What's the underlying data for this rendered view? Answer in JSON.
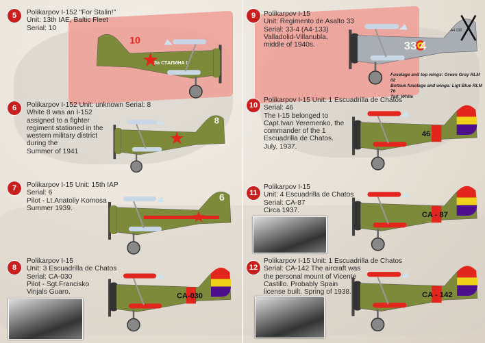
{
  "colors": {
    "badge": "#c8201e",
    "olive": "#7d8a3a",
    "grey": "#a9adb4",
    "lightblue": "#c9d6e6",
    "red": "#e2261d",
    "yellow": "#f1d21b",
    "purple": "#4d0f8d"
  },
  "entries": [
    {
      "number": "5",
      "lines": [
        "Polikarpov I-152 \"For Stalin!\"",
        "Unit: 13th IAE, Baltic Fleet",
        "Serial: 10"
      ],
      "marking": "10",
      "slogan": "За СТАЛИНА !",
      "body": "#7d8a3a",
      "flip": true,
      "tail": "plain",
      "insignia": "star"
    },
    {
      "number": "6",
      "lines": [
        "Polikarpov I-152 Unit: unknown Serial: 8",
        "White 8 was an I-152",
        "assigned to a fighter",
        "regiment stationed in the",
        "western military district",
        "during the",
        "Summer of 1941"
      ],
      "marking": "8",
      "body": "#7d8a3a",
      "flip": false,
      "tail": "plain",
      "insignia": "star"
    },
    {
      "number": "7",
      "lines": [
        "Polikarpov I-15 Unit: 15th IAP",
        "Serial: 6",
        "Pilot - Lt.Anatoliy Komosa",
        "Summer 1939."
      ],
      "marking": "6",
      "body": "#7d8a3a",
      "flip": false,
      "tail": "plain",
      "insignia": "star-stripe"
    },
    {
      "number": "8",
      "lines": [
        "Polikarpov I-15",
        "Unit: 3 Escuadrilla de Chatos",
        "Serial: CA-030",
        "Pilot - Sgt.Francisko",
        "Vinjals Guaro."
      ],
      "marking": "CA-030",
      "body": "#7d8a3a",
      "flip": false,
      "tail": "republic",
      "insignia": "band"
    },
    {
      "number": "9",
      "lines": [
        "Polikarpov I-15",
        "Unit: Regimento de Asalto 33",
        "Serial: 33-4 (A4-133)",
        "Valladolid-Villanubla,",
        "middle of 1940s."
      ],
      "marking": "33 4",
      "tailcode": "A4 133",
      "body": "#a9adb4",
      "flip": false,
      "tail": "cross",
      "insignia": "roundel"
    },
    {
      "number": "10",
      "lines": [
        "Polikarpov I-15 Unit: 1 Escuadrilla de Chatos",
        "Serial: 46",
        "The I-15 belonged to",
        "Capt.Ivan Yeremenko, the",
        "commander of the 1",
        "Escuadrilla de Chatos.",
        "July, 1937."
      ],
      "marking": "46",
      "body": "#7d8a3a",
      "flip": false,
      "tail": "republic",
      "insignia": "band"
    },
    {
      "number": "11",
      "lines": [
        "Polikarpov I-15",
        "Unit: 4 Escuadrilla de Chatos",
        "Serial: CA-87",
        "Circa 1937."
      ],
      "marking": "CA - 87",
      "body": "#7d8a3a",
      "flip": false,
      "tail": "republic",
      "insignia": "band"
    },
    {
      "number": "12",
      "lines": [
        "Polikarpov I-15 Unit: 1 Escuadrilla de Chatos",
        "Serial: CA-142 The aircraft was",
        "the personal mount of Vicente",
        "Castillo. Probably Spain",
        "license built. Spring of 1938."
      ],
      "marking": "CA - 142",
      "body": "#7d8a3a",
      "flip": false,
      "tail": "republic",
      "insignia": "band"
    }
  ],
  "note": {
    "lines": [
      "Fuselage and top wings: Green Gray RLM 02",
      "Bottom fuselage and wings: Ligt Blue RLM 76",
      "Tail: White"
    ]
  }
}
